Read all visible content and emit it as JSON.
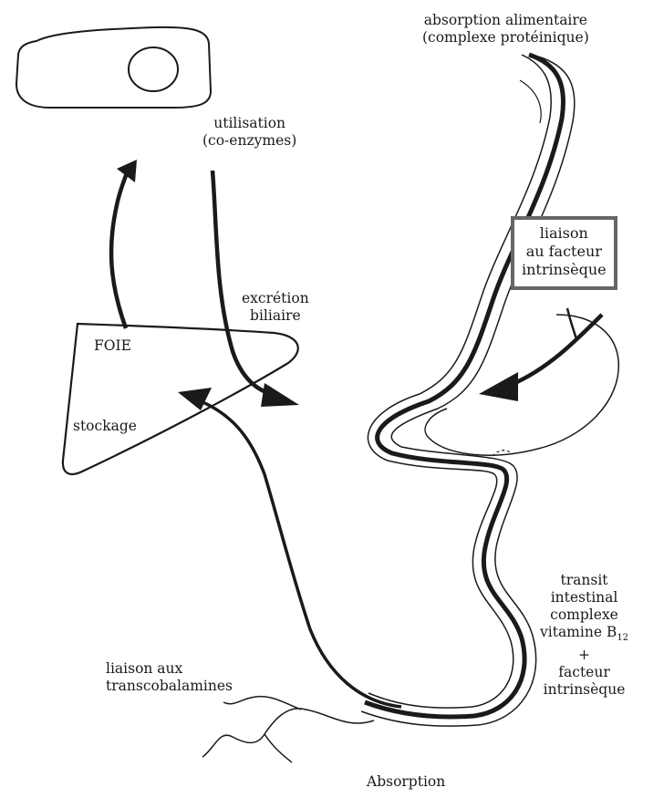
{
  "colors": {
    "ink": "#1a1a1a",
    "highlight_border": "#666666",
    "background": "#ffffff"
  },
  "labels": {
    "absorption_food": [
      "absorption alimentaire",
      "(complexe protéinique)"
    ],
    "utilisation": [
      "utilisation",
      "(co-enzymes)"
    ],
    "intrinsic_factor": [
      "liaison",
      "au facteur",
      "intrinsèque"
    ],
    "biliary": [
      "excrétion",
      "biliaire"
    ],
    "liver": "FOIE",
    "storage": "stockage",
    "transit": {
      "line1": "transit",
      "line2": "intestinal",
      "line3": "complexe",
      "line4_prefix": "vitamine B",
      "line4_sub": "12",
      "line5": "+",
      "line6": "facteur",
      "line7": "intrinsèque"
    },
    "transcobalamines": [
      "liaison aux",
      "transcobalamines"
    ],
    "absorption_bottom": "Absorption"
  }
}
